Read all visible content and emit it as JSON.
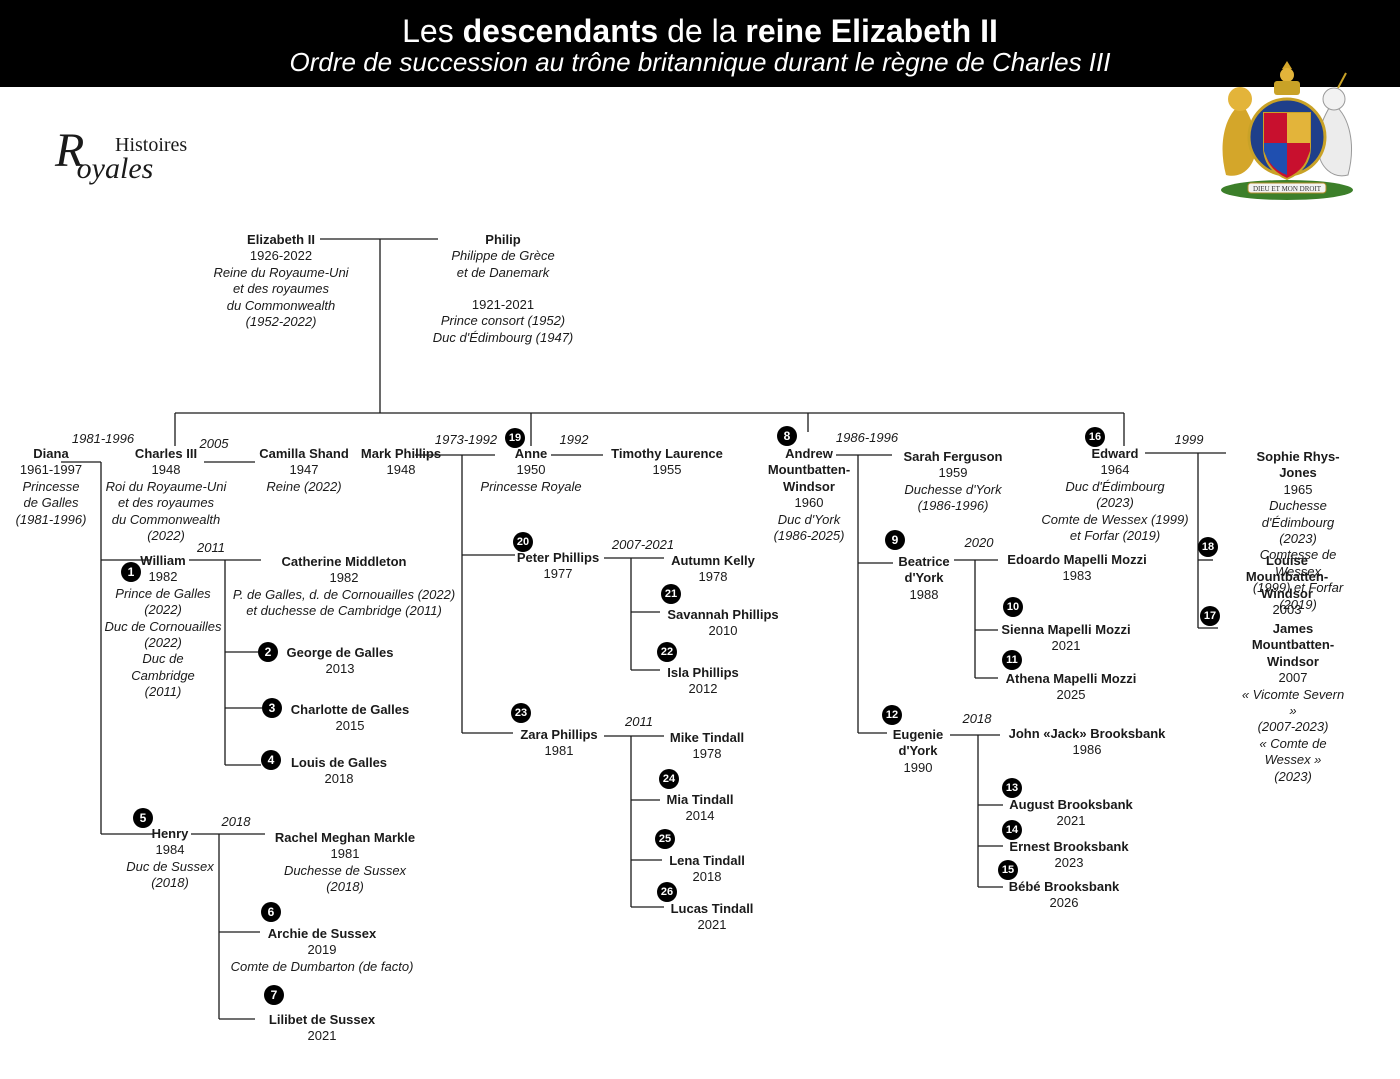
{
  "banner": {
    "title_pre": "Les ",
    "title_b1": "descendants",
    "title_mid": " de la ",
    "title_b2": "reine Elizabeth II",
    "subtitle": "Ordre de succession au trône britannique durant le règne de Charles III"
  },
  "logo": {
    "top": "Histoires",
    "r": "R",
    "rest": "oyales"
  },
  "emblem": {
    "motto": "DIEU ET MON DROIT",
    "icon": "royal-coat-of-arms"
  },
  "people": {
    "elizabeth": {
      "name": "Elizabeth II",
      "dates": "1926-2022",
      "title": "Reine du Royaume-Uni\net des royaumes\ndu Commonwealth\n(1952-2022)"
    },
    "philip": {
      "name": "Philip",
      "dates": "",
      "title": "Philippe de Grèce\net de Danemark"
    },
    "philip2": {
      "dates": "1921-2021",
      "title": "Prince consort (1952)\nDuc d'Édimbourg (1947)"
    },
    "diana": {
      "name": "Diana",
      "dates": "1961-1997",
      "title": "Princesse\nde Galles\n(1981-1996)"
    },
    "charles": {
      "name": "Charles III",
      "dates": "1948",
      "title": "Roi du Royaume-Uni\net des royaumes\ndu Commonwealth\n(2022)"
    },
    "camilla": {
      "name": "Camilla Shand",
      "dates": "1947",
      "title": "Reine (2022)"
    },
    "mark": {
      "name": "Mark Phillips",
      "dates": "1948",
      "title": ""
    },
    "anne": {
      "name": "Anne",
      "dates": "1950",
      "title": "Princesse Royale"
    },
    "timothy": {
      "name": "Timothy Laurence",
      "dates": "1955",
      "title": ""
    },
    "andrew": {
      "name": "Andrew\nMountbatten-\nWindsor",
      "dates": "1960",
      "title": "Duc d'York\n(1986-2025)"
    },
    "sarah": {
      "name": "Sarah Ferguson",
      "dates": "1959",
      "title": "Duchesse d'York\n(1986-1996)"
    },
    "edward": {
      "name": "Edward",
      "dates": "1964",
      "title": "Duc d'Édimbourg\n(2023)\nComte de Wessex (1999)\net Forfar (2019)"
    },
    "sophie": {
      "name": "Sophie Rhys-Jones",
      "dates": "1965",
      "title": "Duchesse d'Édimbourg\n(2023)\nComtesse de Wessex\n(1999) et Forfar (2019)"
    },
    "william": {
      "name": "William",
      "dates": "1982",
      "title": "Prince de Galles\n(2022)\nDuc de Cornouailles\n(2022)\nDuc de\nCambridge\n(2011)"
    },
    "catherine": {
      "name": "Catherine Middleton",
      "dates": "1982",
      "title": "P. de Galles, d. de Cornouailles (2022)\net duchesse de Cambridge (2011)"
    },
    "george": {
      "name": "George de Galles",
      "dates": "2013",
      "title": ""
    },
    "charlotte": {
      "name": "Charlotte de Galles",
      "dates": "2015",
      "title": ""
    },
    "louis": {
      "name": "Louis de Galles",
      "dates": "2018",
      "title": ""
    },
    "henry": {
      "name": "Henry",
      "dates": "1984",
      "title": "Duc de Sussex\n(2018)"
    },
    "meghan": {
      "name": "Rachel Meghan Markle",
      "dates": "1981",
      "title": "Duchesse de Sussex\n(2018)"
    },
    "archie": {
      "name": "Archie de Sussex",
      "dates": "2019",
      "title": "Comte de Dumbarton (de facto)"
    },
    "lilibet": {
      "name": "Lilibet de Sussex",
      "dates": "2021",
      "title": ""
    },
    "peter": {
      "name": "Peter Phillips",
      "dates": "1977",
      "title": ""
    },
    "autumn": {
      "name": "Autumn Kelly",
      "dates": "1978",
      "title": ""
    },
    "savannah": {
      "name": "Savannah Phillips",
      "dates": "2010",
      "title": ""
    },
    "isla": {
      "name": "Isla Phillips",
      "dates": "2012",
      "title": ""
    },
    "zara": {
      "name": "Zara Phillips",
      "dates": "1981",
      "title": ""
    },
    "mike": {
      "name": "Mike Tindall",
      "dates": "1978",
      "title": ""
    },
    "mia": {
      "name": "Mia Tindall",
      "dates": "2014",
      "title": ""
    },
    "lena": {
      "name": "Lena Tindall",
      "dates": "2018",
      "title": ""
    },
    "lucas": {
      "name": "Lucas Tindall",
      "dates": "2021",
      "title": ""
    },
    "beatrice": {
      "name": "Beatrice\nd'York",
      "dates": "1988",
      "title": ""
    },
    "edoardo": {
      "name": "Edoardo Mapelli Mozzi",
      "dates": "1983",
      "title": ""
    },
    "sienna": {
      "name": "Sienna Mapelli Mozzi",
      "dates": "2021",
      "title": ""
    },
    "athena": {
      "name": "Athena Mapelli Mozzi",
      "dates": "2025",
      "title": ""
    },
    "eugenie": {
      "name": "Eugenie\nd'York",
      "dates": "1990",
      "title": ""
    },
    "jack": {
      "name": "John «Jack» Brooksbank",
      "dates": "1986",
      "title": ""
    },
    "august": {
      "name": "August Brooksbank",
      "dates": "2021",
      "title": ""
    },
    "ernest": {
      "name": "Ernest Brooksbank",
      "dates": "2023",
      "title": ""
    },
    "bebe": {
      "name": "Bébé Brooksbank",
      "dates": "2026",
      "title": ""
    },
    "louise": {
      "name": "Louise Mountbatten-\nWindsor",
      "dates": "2003",
      "title": ""
    },
    "james": {
      "name": "James Mountbatten-\nWindsor",
      "dates": "2007",
      "title": "« Vicomte Severn »\n(2007-2023)\n« Comte de Wessex »\n(2023)"
    }
  },
  "marriages": {
    "diana": "1981-1996",
    "camilla": "2005",
    "mark": "1973-1992",
    "timothy": "1992",
    "sarah": "1986-1996",
    "sophie": "1999",
    "catherine": "2011",
    "meghan": "2018",
    "autumn": "2007-2021",
    "mike": "2011",
    "edoardo": "2020",
    "jack": "2018"
  },
  "succession": {
    "william": "1",
    "george": "2",
    "charlotte": "3",
    "louis": "4",
    "henry": "5",
    "archie": "6",
    "lilibet": "7",
    "andrew": "8",
    "beatrice": "9",
    "sienna": "10",
    "athena": "11",
    "eugenie": "12",
    "august": "13",
    "ernest": "14",
    "bebe": "15",
    "edward": "16",
    "james": "17",
    "louise": "18",
    "anne": "19",
    "peter": "20",
    "savannah": "21",
    "isla": "22",
    "zara": "23",
    "mia": "24",
    "lena": "25",
    "lucas": "26"
  }
}
